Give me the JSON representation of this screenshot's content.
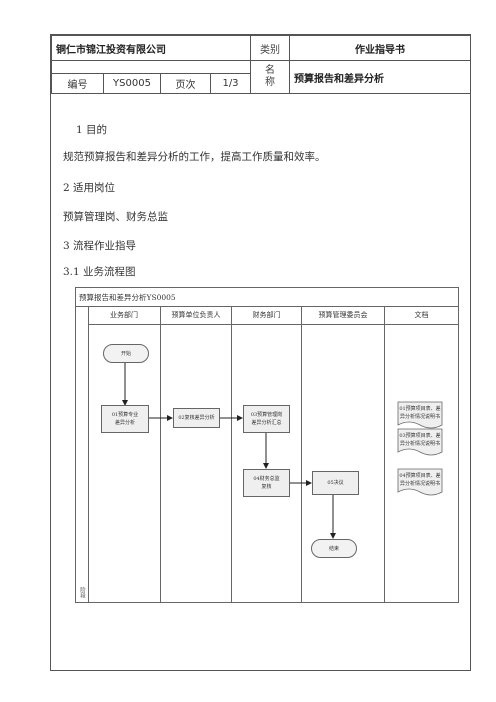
{
  "header": {
    "company": "铜仁市锦江投资有限公司",
    "category_label": "类别",
    "category_value": "作业指导书",
    "name_label": "名\n称",
    "name_value": "预算报告和差异分析",
    "code_label": "编号",
    "code_value": "YS0005",
    "page_label": "页次",
    "page_value": "1/3"
  },
  "content": {
    "s1_heading": "1 目的",
    "s1_text": "规范预算报告和差异分析的工作，提高工作质量和效率。",
    "s2_heading": "2 适用岗位",
    "s2_text": "预算管理岗、财务总监",
    "s3_heading": "3 流程作业指导",
    "s31_heading": "3.1 业务流程图"
  },
  "flowchart": {
    "title": "预算报告和差异分析YS0005",
    "phase_label": "阶段",
    "lanes": [
      "业务部门",
      "预算单位负责人",
      "财务部门",
      "预算管理委员会",
      "文档"
    ],
    "nodes": {
      "start": "开始",
      "n01": "01预算专业\n差异分析",
      "n02": "02复核差异分析",
      "n03": "03预算管理岗\n差异分析汇总",
      "n04": "04财务总监\n复核",
      "n05": "05决议",
      "end": "结束"
    },
    "documents": [
      "01预算项目表、差\n异分析情况说明书",
      "03预算项目表、差\n异分析情况说明书",
      "04预算项目表、差\n异分析情况说明书"
    ]
  }
}
